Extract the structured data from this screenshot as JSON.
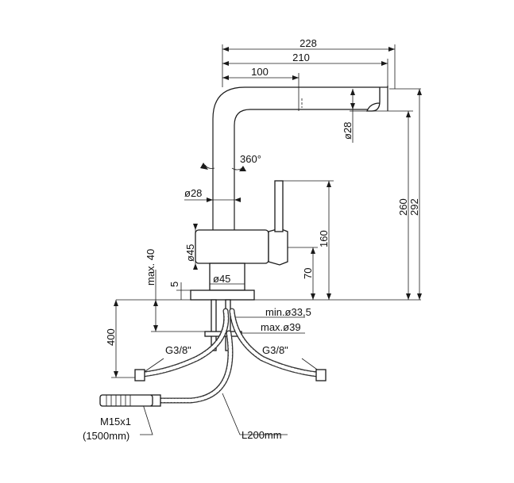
{
  "dimensions": {
    "width_total": "228",
    "width_spout": "210",
    "reach": "100",
    "spout_dia": "ø28",
    "rotation": "360°",
    "body_dia": "ø28",
    "height_total": "292",
    "height_spout": "260",
    "height_lever": "160",
    "body_lower_dia": "ø45",
    "base_dia": "ø45",
    "base_height": "70",
    "max_deck": "max. 40",
    "gap": "5",
    "hole_min": "min.ø33,5",
    "hole_max": "max.ø39",
    "below_deck": "400"
  },
  "connections": {
    "left_thread": "G3/8\"",
    "right_thread": "G3/8\"",
    "pullout_thread": "M15x1",
    "pullout_length": "(1500mm)",
    "hose_length": "L200mm"
  }
}
